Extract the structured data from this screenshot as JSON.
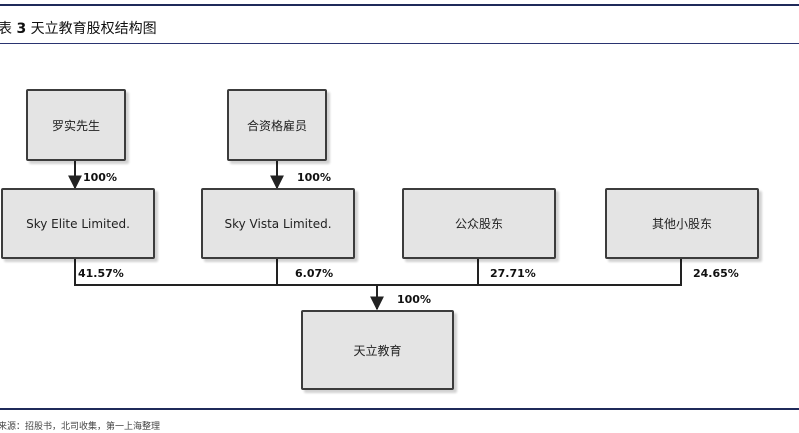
{
  "header": {
    "table_prefix": "表",
    "table_number": "3",
    "title": "天立教育股权结构图"
  },
  "nodes": {
    "luo_shi": "罗实先生",
    "partners": "合资格雇员",
    "sky_elite": "Sky Elite Limited.",
    "sky_vista": "Sky Vista Limited.",
    "public": "公众股东",
    "other_small": "其他小股东",
    "tianli": "天立教育"
  },
  "edges": {
    "luo_to_elite": "100%",
    "partners_to_vista": "100%",
    "elite_share": "41.57%",
    "vista_share": "6.07%",
    "public_share": "27.71%",
    "other_share": "24.65%",
    "merged_to_tianli": "100%"
  },
  "footer": {
    "source": "来源：招股书，北司收集，第一上海整理"
  }
}
